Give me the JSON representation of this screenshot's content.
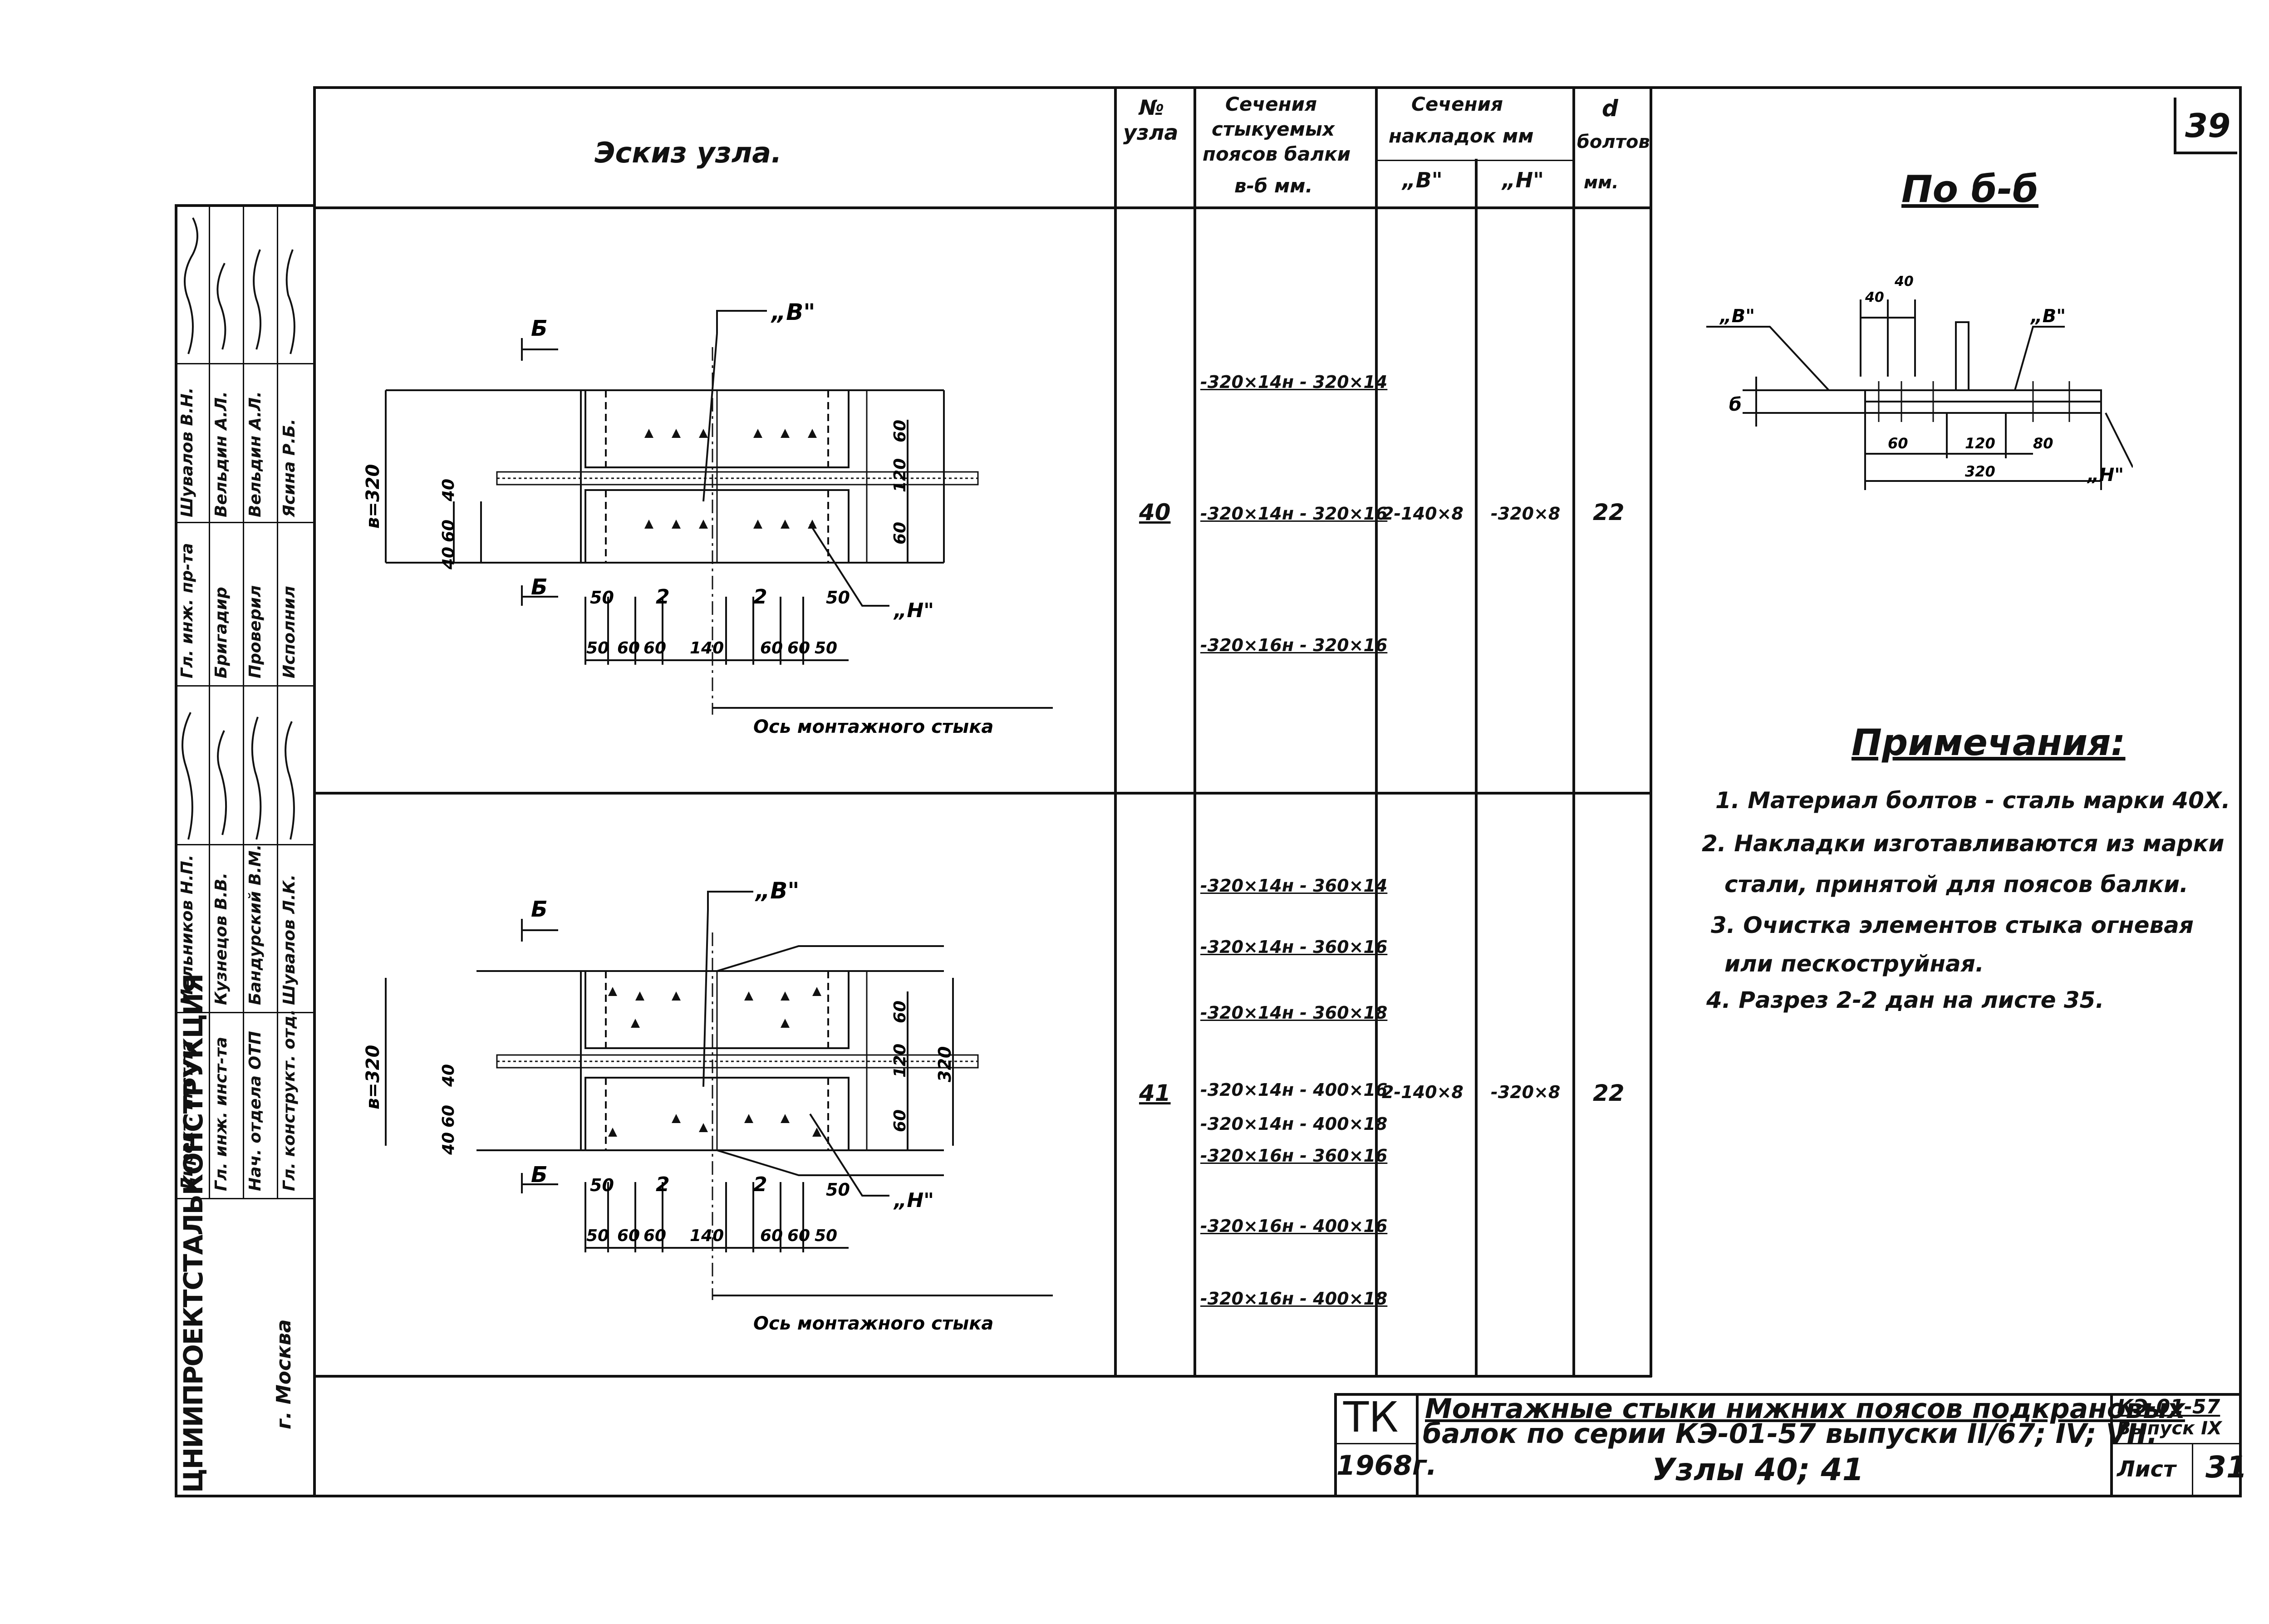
{
  "sheet_number_top": "39",
  "header": {
    "sketch": "Эскиз узла.",
    "node_no_line1": "№",
    "node_no_line2": "узла",
    "section_line1": "Сечения",
    "section_line2": "стыкуемых",
    "section_line3": "поясов балки",
    "section_line4": "в-б мм.",
    "plates_line1": "Сечения",
    "plates_line2": "накладок мм",
    "plates_b": "„В\"",
    "plates_h": "„Н\"",
    "d_line1": "d",
    "d_line2": "болтов",
    "d_line3": "мм."
  },
  "rows": [
    {
      "node": "40",
      "sections": [
        "-320×14н - 320×14",
        "-320×14н - 320×16",
        "-320×16н - 320×16"
      ],
      "plate_b": "2-140×8",
      "plate_h": "-320×8",
      "bolt_d": "22"
    },
    {
      "node": "41",
      "sections": [
        "-320×14н - 360×14",
        "-320×14н - 360×16",
        "-320×14н - 360×18",
        "-320×14н - 400×16",
        "-320×14н - 400×18",
        "-320×16н - 360×16",
        "-320×16н - 400×16",
        "-320×16н - 400×18"
      ],
      "plate_b": "2-140×8",
      "plate_h": "-320×8",
      "bolt_d": "22"
    }
  ],
  "sketch1": {
    "cut_label": "Б",
    "plate_b": "„В\"",
    "plate_h": "„Н\"",
    "width_label": "в=320",
    "left_dims": [
      "40",
      "60",
      "40"
    ],
    "right_dims": [
      "60",
      "120",
      "60"
    ],
    "marks": [
      "50",
      "2",
      "2",
      "50"
    ],
    "bottom_dims": [
      "50",
      "60",
      "60",
      "140",
      "60",
      "60",
      "50"
    ],
    "axis_label": "Ось монтажного стыка"
  },
  "sketch2": {
    "cut_label": "Б",
    "plate_b": "„В\"",
    "plate_h": "„Н\"",
    "width_label": "в=320",
    "left_dims": [
      "40",
      "60",
      "40"
    ],
    "right_dims": [
      "60",
      "120",
      "60"
    ],
    "width2_label": "320",
    "marks": [
      "50",
      "2",
      "2",
      "50"
    ],
    "bottom_dims": [
      "50",
      "60",
      "60",
      "140",
      "60",
      "60",
      "50"
    ],
    "axis_label": "Ось монтажного стыка"
  },
  "section_view": {
    "title": "По б-б",
    "plate_b_left": "„В\"",
    "plate_b_right": "„В\"",
    "plate_h": "„Н\"",
    "thickness": "б",
    "top_dims": [
      "40",
      "40"
    ],
    "bottom_dims": [
      "60",
      "120",
      "80"
    ],
    "total": "320"
  },
  "notes": {
    "title": "Примечания:",
    "items": [
      "1. Материал болтов - сталь марки 40Х.",
      "2. Накладки изготавливаются из марки",
      "стали, принятой для поясов балки.",
      "3. Очистка элементов стыка огневая",
      "или пескоструйная.",
      "4. Разрез 2-2 дан на листе 35."
    ]
  },
  "signatures": {
    "roles": [
      "Директ. инст-та",
      "Гл. инж. инст-та",
      "Нач. отдела ОТП",
      "Гл. конструкт. отд.",
      "Гл. инж. пр-та",
      "Бригадир",
      "Проверил",
      "Исполнил"
    ],
    "names": [
      "Мельников Н.П.",
      "Кузнецов В.В.",
      "Бандурский В.М.",
      "Шувалов Л.К.",
      "Шувалов В.Н.",
      "Вельдин А.Л.",
      "Вельдин А.Л.",
      "Ясина Р.Б."
    ],
    "organization": "ЦНИИПРОЕКТСТАЛЬКОНСТРУКЦИЯ",
    "city": "г. Москва"
  },
  "title_block": {
    "tk": "ТК",
    "year": "1968г.",
    "title_line1": "Монтажные стыки нижних поясов подкрановых",
    "title_line2": "балок по серии КЭ-01-57 выпуски II/67; IV; VII.",
    "title_line3": "Узлы 40; 41",
    "series": "КЭ-01-57",
    "issue": "Выпуск IX",
    "sheet_label": "Лист",
    "sheet": "31"
  }
}
